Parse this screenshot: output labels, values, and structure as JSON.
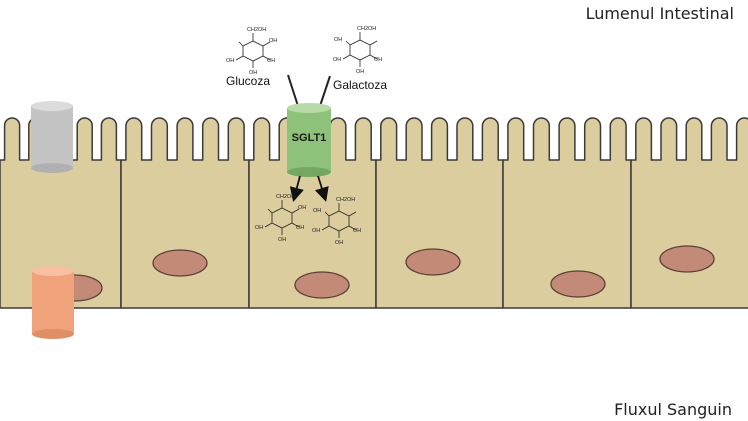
{
  "labels": {
    "lumen": "Lumenul Intestinal",
    "blood": "Fluxul Sanguin",
    "transporter": "SGLT1",
    "glucose": "Glucoza",
    "galactose": "Galactoza"
  },
  "molecule_text": {
    "ch2oh": "CH2OH",
    "oh": "OH"
  },
  "colors": {
    "cell_fill": "#dccd9f",
    "cell_stroke": "#3a3a3a",
    "nucleus_fill": "#c48a78",
    "transporter_green": "#8ec17a",
    "channel_gray": "#c4c4c4",
    "channel_orange": "#f0a37a"
  }
}
